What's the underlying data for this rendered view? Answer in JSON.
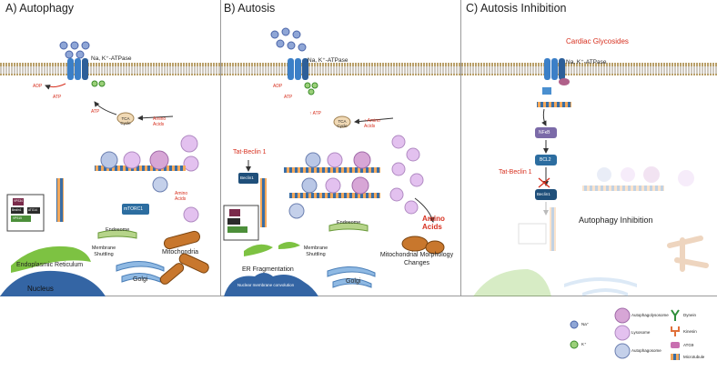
{
  "panels": {
    "a": {
      "title": "A) Autophagy",
      "pump": "Na, K⁺-ATPase",
      "atp": "ATP",
      "adp": "ADP",
      "atp2": "ATP",
      "tca": "TCA Cycle",
      "amino_top": "Amino Acids",
      "amino_mid": "Amino Acids",
      "mtorc1": "mTORC1",
      "endosome": "Endosome",
      "membrane_shuttling": "Membrane Shuttling",
      "mitochondria": "Mitochondria",
      "golgi": "Golgi",
      "er": "Endoplasmic Reticulum",
      "nucleus": "Nucleus",
      "box_labels": [
        "Beclin1",
        "VPS34",
        "ATG14",
        "VPS15"
      ]
    },
    "b": {
      "title": "B)  Autosis",
      "pump": "Na, K⁺-ATPase",
      "adp": "ADP",
      "atp_up": "↑ ATP",
      "atp": "ATP",
      "tca": "TCA Cycle",
      "amino_top": "↑ Amino Acids",
      "amino_big": "Amino Acids",
      "tat": "Tat-Beclin 1",
      "beclin": "Beclin1",
      "endosome": "Endosome",
      "membrane_shuttling": "Membrane Shuttling",
      "mito_changes": "Mitochondrial Morphology Changes",
      "golgi": "Golgi",
      "er_frag": "ER Fragmentation",
      "nuclear": "Nuclear membrane convolution"
    },
    "c": {
      "title": "C) Autosis Inhibition",
      "glycosides": "Cardiac Glycosides",
      "pump": "Na, K⁺-ATPase",
      "nfkb": "NFκB",
      "bcl2": "BCL2",
      "tat": "Tat-Beclin 1",
      "beclin": "Beclin1",
      "inhibition": "Autophagy Inhibition"
    }
  },
  "legend": {
    "col1": [
      {
        "icon": "sodium-ion-icon",
        "label": "Na⁺"
      },
      {
        "icon": "potassium-ion-icon",
        "label": "K⁺"
      }
    ],
    "col2": [
      {
        "icon": "autophagolysosome-icon",
        "label": "Autophagolysosome"
      },
      {
        "icon": "lysosome-icon",
        "label": "Lysosome"
      },
      {
        "icon": "autophagosome-icon",
        "label": "Autophagosome"
      }
    ],
    "col3": [
      {
        "icon": "dynein-icon",
        "label": "Dynein"
      },
      {
        "icon": "kinesin-icon",
        "label": "Kinesin"
      },
      {
        "icon": "atg9-icon",
        "label": "ATG9"
      },
      {
        "icon": "microtubule-icon",
        "label": "Microtubule"
      }
    ]
  },
  "colors": {
    "membrane": "#b9a06a",
    "pump": "#3b7fc7",
    "lysosome": "#d9a8e8",
    "mitochondria": "#c8772d",
    "er": "#7dc242",
    "golgi": "#8fb9e3",
    "nucleus": "#3465a4",
    "red_text": "#d7301f"
  }
}
